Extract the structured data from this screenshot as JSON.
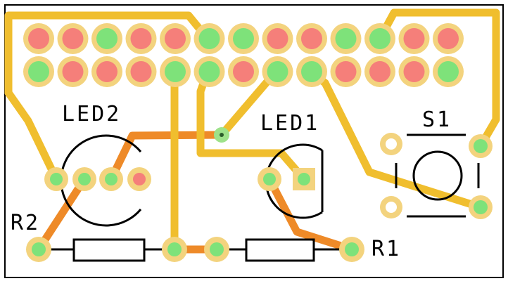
{
  "labels": {
    "led2": "LED2",
    "led1": "LED1",
    "s1": "S1",
    "r2": "R2",
    "r1": "R1"
  },
  "colors": {
    "background": "#ffffff",
    "board_outline": "#000000",
    "track_top": "#f0be2e",
    "track_bottom": "#ee8a28",
    "pad_ring": "#f3d37e",
    "pad_green": "#7ee27a",
    "pad_red": "#f57f7a",
    "via_ring": "#9ee28a",
    "silkscreen": "#000000",
    "hole_white": "#ffffff"
  },
  "header": {
    "rows": 2,
    "columns": 13,
    "pad_fill_top_row": [
      "red",
      "red",
      "green",
      "red",
      "red",
      "green",
      "green",
      "red",
      "red",
      "green",
      "green",
      "red",
      "red"
    ],
    "pad_fill_bottom_row": [
      "green",
      "red",
      "red",
      "red",
      "green",
      "green",
      "red",
      "green",
      "green",
      "red",
      "red",
      "red",
      "green"
    ]
  },
  "components": [
    {
      "ref": "LED2",
      "kind": "led-footprint",
      "pad_fills": [
        "green",
        "green",
        "green",
        "red"
      ]
    },
    {
      "ref": "LED1",
      "kind": "led-footprint",
      "pad_fills": [
        "green",
        "green"
      ],
      "square_pad": 2
    },
    {
      "ref": "S1",
      "kind": "pushbutton-footprint",
      "pad_fills": [
        "white",
        "white",
        "green",
        "green"
      ]
    },
    {
      "ref": "R2",
      "kind": "resistor-footprint",
      "pad_fills": [
        "green",
        "green"
      ]
    },
    {
      "ref": "R1",
      "kind": "resistor-footprint",
      "pad_fills": [
        "green",
        "green"
      ]
    }
  ],
  "vias": 1
}
